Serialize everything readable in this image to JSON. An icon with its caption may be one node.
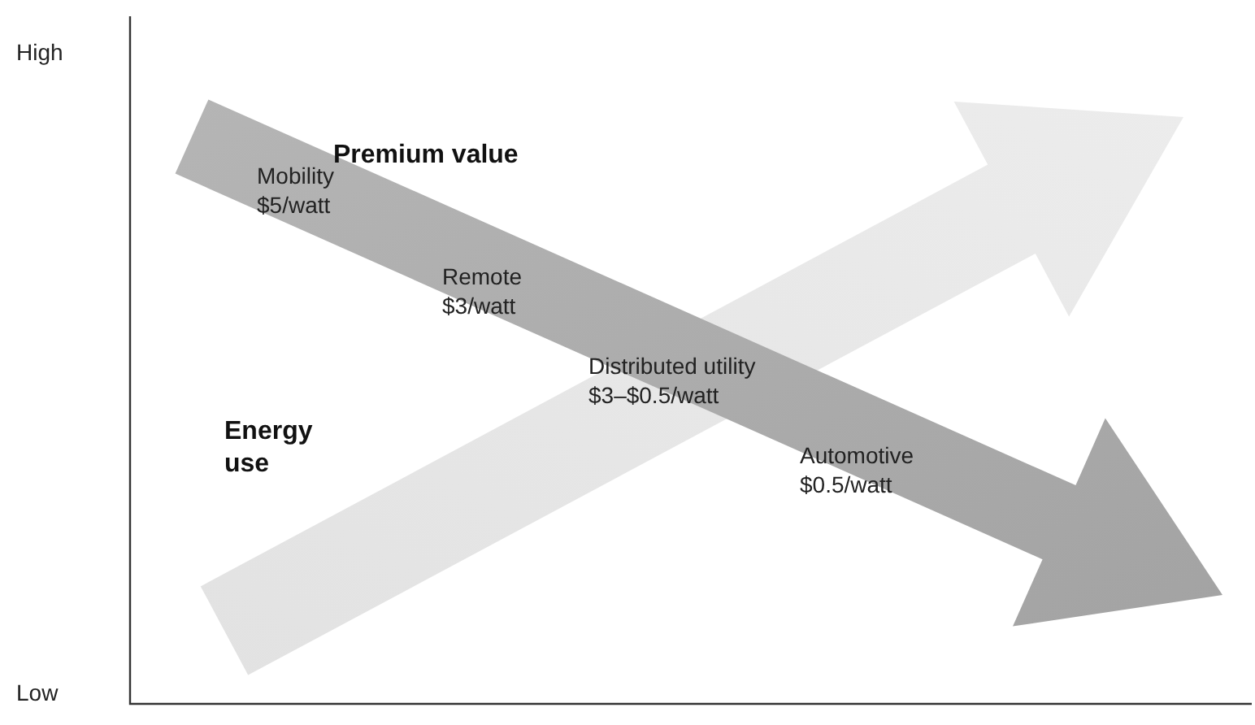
{
  "diagram": {
    "labels": [
      "High",
      "Premium value",
      "Mobility",
      "$5/watt",
      "Remote",
      "$3/watt",
      "Distributed utility",
      "$3–$0.5/watt",
      "Energy use",
      "Automotive",
      "$0.5/watt",
      "Low"
    ]
  }
}
